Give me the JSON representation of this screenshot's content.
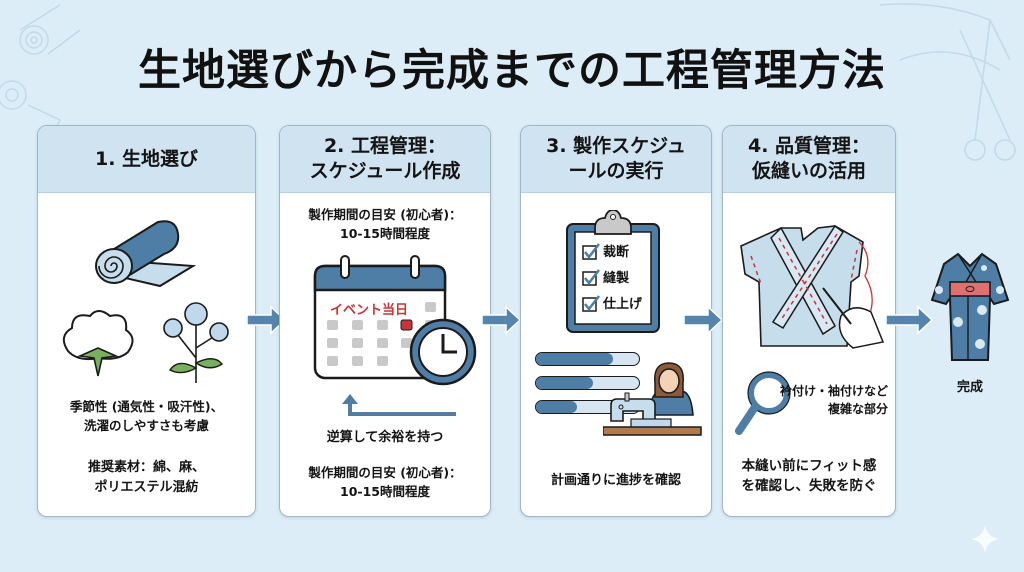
{
  "title": "生地選びから完成までの工程管理方法",
  "steps": [
    {
      "heading": "1. 生地選び",
      "icons": [
        "fabric-roll-icon",
        "cotton-boll-icon",
        "flax-flower-icon"
      ],
      "text1_line1": "季節性 (通気性・吸汗性)、",
      "text1_line2": "洗濯のしやすさも考慮",
      "text2_line1": "推奨素材：綿、麻、",
      "text2_line2": "ポリエステル混紡"
    },
    {
      "heading_line1": "2. 工程管理：",
      "heading_line2": "スケジュール作成",
      "top_line1": "製作期間の目安 (初心者)：",
      "top_line2": "10-15時間程度",
      "calendar_label": "イベント当日",
      "back_label": "逆算して余裕を持つ",
      "bottom_line1": "製作期間の目安 (初心者)：",
      "bottom_line2": "10-15時間程度"
    },
    {
      "heading_line1": "3. 製作スケジュ",
      "heading_line2": "ールの実行",
      "checklist": [
        "裁断",
        "縫製",
        "仕上げ"
      ],
      "progress": [
        0.75,
        0.55,
        0.4
      ],
      "caption": "計画通りに進捗を確認"
    },
    {
      "heading_line1": "4. 品質管理：",
      "heading_line2": "仮縫いの活用",
      "magnifier_line1": "衿付け・袖付けなど",
      "magnifier_line2": "複雑な部分",
      "caption_line1": "本縫い前にフィット感",
      "caption_line2": "を確認し、失敗を防ぐ"
    }
  ],
  "final": {
    "label": "完成",
    "icon": "yukata-icon"
  },
  "colors": {
    "background": "#dcedf7",
    "card_header": "#cfe3f1",
    "accent_blue": "#4e7da6",
    "arrow": "#5585ad",
    "red": "#c8343a",
    "obi": "#e07070"
  }
}
